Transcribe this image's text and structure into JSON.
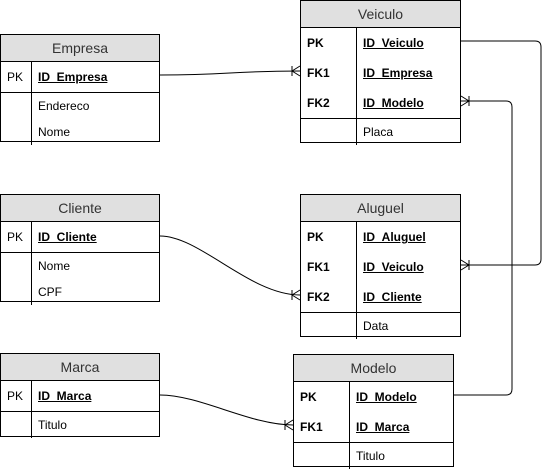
{
  "tables": {
    "empresa": {
      "title": "Empresa",
      "rows": [
        {
          "key": "PK",
          "name": "ID_Empresa"
        },
        {
          "key": "",
          "name": "Endereco"
        },
        {
          "key": "",
          "name": "Nome"
        }
      ]
    },
    "cliente": {
      "title": "Cliente",
      "rows": [
        {
          "key": "PK",
          "name": "ID_Cliente"
        },
        {
          "key": "",
          "name": "Nome"
        },
        {
          "key": "",
          "name": "CPF"
        }
      ]
    },
    "marca": {
      "title": "Marca",
      "rows": [
        {
          "key": "PK",
          "name": "ID_Marca"
        },
        {
          "key": "",
          "name": "Titulo"
        }
      ]
    },
    "veiculo": {
      "title": "Veiculo",
      "rows": [
        {
          "key": "PK",
          "name": "ID_Veiculo"
        },
        {
          "key": "FK1",
          "name": "ID_Empresa"
        },
        {
          "key": "FK2",
          "name": "ID_Modelo"
        },
        {
          "key": "",
          "name": "Placa"
        }
      ]
    },
    "aluguel": {
      "title": "Aluguel",
      "rows": [
        {
          "key": "PK",
          "name": "ID_Aluguel"
        },
        {
          "key": "FK1",
          "name": "ID_Veiculo"
        },
        {
          "key": "FK2",
          "name": "ID_Cliente"
        },
        {
          "key": "",
          "name": "Data"
        }
      ]
    },
    "modelo": {
      "title": "Modelo",
      "rows": [
        {
          "key": "PK",
          "name": "ID_Modelo"
        },
        {
          "key": "FK1",
          "name": "ID_Marca"
        },
        {
          "key": "",
          "name": "Titulo"
        }
      ]
    }
  },
  "colors": {
    "header_fill": "#e0e0e0",
    "border": "#000000"
  }
}
